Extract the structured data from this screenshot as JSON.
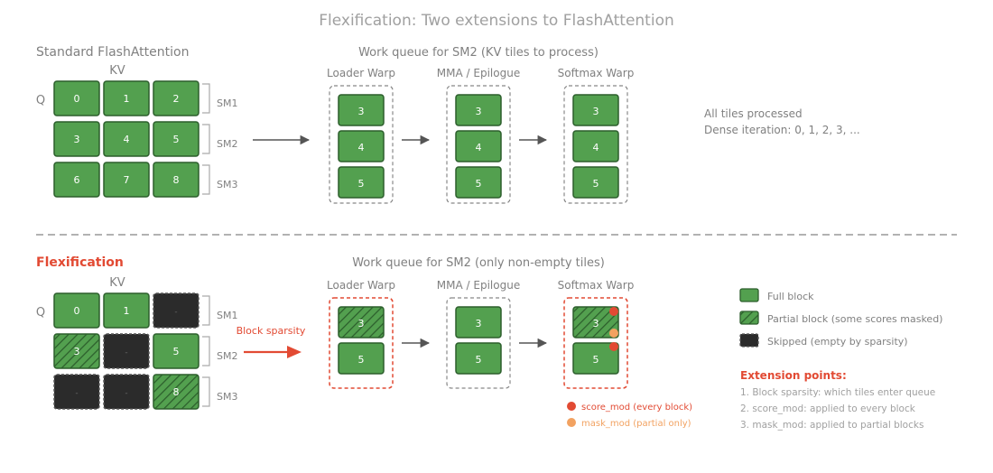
{
  "title": "Flexification: Two extensions to FlashAttention",
  "colors": {
    "green": "#53a04f",
    "green_border": "#2c5e2c",
    "dark": "#2b2b2b",
    "red": "#e24a33",
    "orange": "#f2a261",
    "gray_text": "#808080",
    "light_gray_text": "#a0a0a0",
    "dashed": "#888888"
  },
  "top": {
    "section_label": "Standard FlashAttention",
    "kv_label": "KV",
    "q_label": "Q",
    "grid": [
      [
        "0",
        "1",
        "2"
      ],
      [
        "3",
        "4",
        "5"
      ],
      [
        "6",
        "7",
        "8"
      ]
    ],
    "sm_labels": [
      "SM1",
      "SM2",
      "SM3"
    ],
    "queue_title": "Work queue for SM2 (KV tiles to process)",
    "warps": [
      {
        "name": "Loader Warp",
        "tiles": [
          "3",
          "4",
          "5"
        ]
      },
      {
        "name": "MMA / Epilogue",
        "tiles": [
          "3",
          "4",
          "5"
        ]
      },
      {
        "name": "Softmax Warp",
        "tiles": [
          "3",
          "4",
          "5"
        ]
      }
    ],
    "note_line1": "All tiles processed",
    "note_line2": "Dense iteration: 0, 1, 2, 3, ..."
  },
  "bottom": {
    "section_label": "Flexification",
    "kv_label": "KV",
    "q_label": "Q",
    "grid": [
      [
        {
          "label": "0",
          "state": "full"
        },
        {
          "label": "1",
          "state": "full"
        },
        {
          "label": "-",
          "state": "skip"
        }
      ],
      [
        {
          "label": "3",
          "state": "partial"
        },
        {
          "label": "-",
          "state": "skip"
        },
        {
          "label": "5",
          "state": "full"
        }
      ],
      [
        {
          "label": "-",
          "state": "skip"
        },
        {
          "label": "-",
          "state": "skip"
        },
        {
          "label": "8",
          "state": "partial"
        }
      ]
    ],
    "sm_labels": [
      "SM1",
      "SM2",
      "SM3"
    ],
    "arrow_label": "Block sparsity",
    "queue_title": "Work queue for SM2 (only non-empty tiles)",
    "warps": [
      {
        "name": "Loader Warp",
        "tiles": [
          {
            "label": "3",
            "state": "partial"
          },
          {
            "label": "5",
            "state": "full"
          }
        ]
      },
      {
        "name": "MMA / Epilogue",
        "tiles": [
          {
            "label": "3",
            "state": "full"
          },
          {
            "label": "5",
            "state": "full"
          }
        ]
      },
      {
        "name": "Softmax Warp",
        "tiles": [
          {
            "label": "3",
            "state": "partial"
          },
          {
            "label": "5",
            "state": "full"
          }
        ]
      }
    ],
    "mod_legend": [
      {
        "label": "score_mod (every block)",
        "color": "#e24a33"
      },
      {
        "label": "mask_mod (partial only)",
        "color": "#f2a261"
      }
    ],
    "legend": [
      {
        "label": "Full block",
        "state": "full"
      },
      {
        "label": "Partial block (some scores masked)",
        "state": "partial"
      },
      {
        "label": "Skipped (empty by sparsity)",
        "state": "skip"
      }
    ],
    "extension_title": "Extension points:",
    "extension_items": [
      "1. Block sparsity: which tiles enter queue",
      "2. score_mod: applied to every block",
      "3. mask_mod: applied to partial blocks"
    ]
  }
}
